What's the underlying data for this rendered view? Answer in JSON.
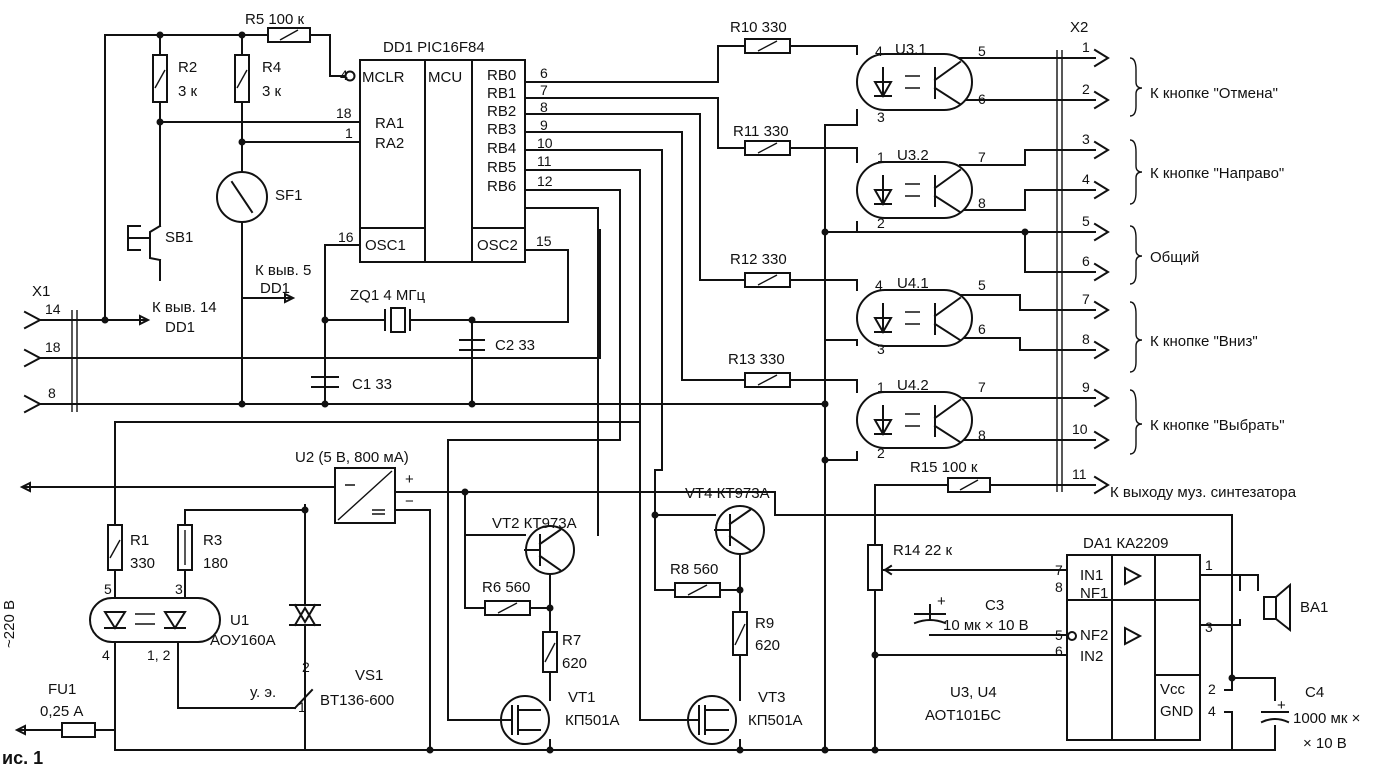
{
  "labels": {
    "r5": "R5 100 к",
    "dd1": "DD1 PIC16F84",
    "r10": "R10 330",
    "u3_1": "U3.1",
    "x2": "X2",
    "r2": "R2",
    "r2v": "3 к",
    "r4": "R4",
    "r4v": "3 к",
    "mclr": "MCLR",
    "mcu": "MCU",
    "rb0": "RB0",
    "rb1": "RB1",
    "rb2": "RB2",
    "rb3": "RB3",
    "rb4": "RB4",
    "rb5": "RB5",
    "rb6": "RB6",
    "ra1": "RA1",
    "ra2": "RA2",
    "osc1": "OSC1",
    "osc2": "OSC2",
    "sf1": "SF1",
    "sb1": "SB1",
    "r11": "R11 330",
    "u3_2": "U3.2",
    "r12": "R12 330",
    "u4_1": "U4.1",
    "r13": "R13 330",
    "u4_2": "U4.2",
    "x1": "X1",
    "kvyv5": "К выв. 5",
    "dd1b": "DD1",
    "kvyv14": "К выв. 14",
    "dd1c": "DD1",
    "zq1": "ZQ1 4 МГц",
    "c2": "C2 33",
    "c1": "C1 33",
    "otmena": "К кнопке \"Отмена\"",
    "napravo": "К кнопке \"Направо\"",
    "obshiy": "Общий",
    "vniz": "К кнопке \"Вниз\"",
    "vybrat": "К кнопке \"Выбрать\"",
    "r15": "R15 100 к",
    "synth": "К выходу муз. синтезатора",
    "u2": "U2 (5 В, 800 мА)",
    "vt2": "VT2 КТ973А",
    "vt4": "VT4 КТ973А",
    "r1": "R1",
    "r1v": "330",
    "r3": "R3",
    "r3v": "180",
    "r6": "R6 560",
    "r8": "R8 560",
    "r14": "R14 22 к",
    "da1": "DA1 КА2209",
    "in1": "IN1",
    "nf1": "NF1",
    "nf2": "NF2",
    "in2": "IN2",
    "vcc": "Vcc",
    "gnd": "GND",
    "c3": "C3",
    "c3v": "10 мк × 10 В",
    "ba1": "BA1",
    "u1": "U1",
    "u1v": "АОУ160А",
    "r7": "R7",
    "r7v": "620",
    "r9": "R9",
    "r9v": "620",
    "vs1": "VS1",
    "vs1v": "BT136-600",
    "ue": "у. э.",
    "fu1": "FU1",
    "fu1v": "0,25 А",
    "vt1": "VT1",
    "vt1v": "КП501А",
    "vt3": "VT3",
    "vt3v": "КП501А",
    "u3u4": "U3, U4",
    "u3u4v": "АОТ101БС",
    "c4": "C4",
    "c4v1": "1000 мк ×",
    "c4v2": "× 10 В",
    "v220": "~220 В",
    "fig": "ис. 1",
    "plus": "+",
    "minus": "−"
  },
  "pins": {
    "p4": "4",
    "p18": "18",
    "p1": "1",
    "p6": "6",
    "p7": "7",
    "p8": "8",
    "p9": "9",
    "p10": "10",
    "p11": "11",
    "p12": "12",
    "p16": "16",
    "p15": "15",
    "x1_14": "14",
    "x1_18": "18",
    "x1_8": "8",
    "x2_1": "1",
    "x2_2": "2",
    "x2_3": "3",
    "x2_4": "4",
    "x2_5": "5",
    "x2_6": "6",
    "x2_7": "7",
    "x2_8": "8",
    "x2_9": "9",
    "x2_10": "10",
    "x2_11": "11",
    "u31_4": "4",
    "u31_3": "3",
    "u31_5": "5",
    "u31_6": "6",
    "u32_1": "1",
    "u32_2": "2",
    "u32_7": "7",
    "u32_8": "8",
    "u41_4": "4",
    "u41_3": "3",
    "u41_5": "5",
    "u41_6": "6",
    "u42_1": "1",
    "u42_2": "2",
    "u42_7": "7",
    "u42_8": "8",
    "da_7": "7",
    "da_8": "8",
    "da_5": "5",
    "da_6": "6",
    "da_1": "1",
    "da_3": "3",
    "da_2": "2",
    "da_4": "4",
    "u1_5": "5",
    "u1_3": "3",
    "u1_4": "4",
    "u1_12": "1, 2",
    "vs_2": "2",
    "vs_1": "1"
  }
}
